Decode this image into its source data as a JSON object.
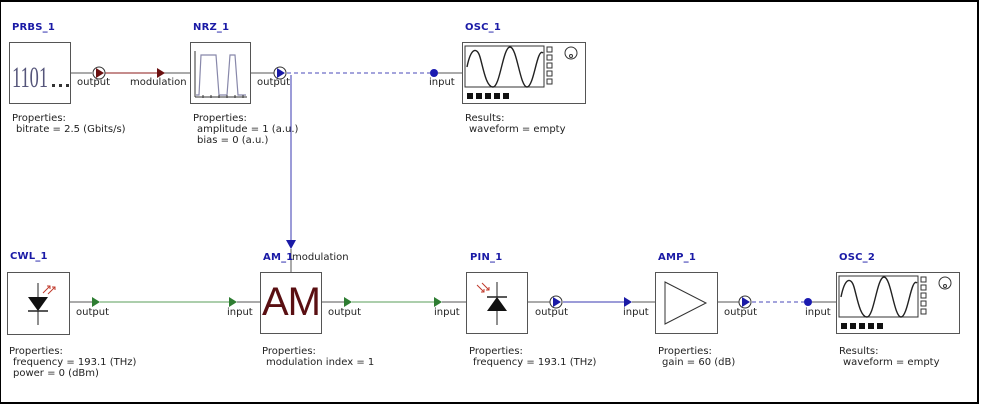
{
  "diagram": {
    "components": {
      "prbs": {
        "name": "PRBS_1",
        "icon": "bit-sequence-icon",
        "icon_text": "1101...",
        "section": "Properties:",
        "lines": [
          "bitrate = 2.5 (Gbits/s)"
        ],
        "ports": {
          "output": "output"
        }
      },
      "nrz": {
        "name": "NRZ_1",
        "icon": "pulse-waveform-icon",
        "section": "Properties:",
        "lines": [
          "amplitude = 1 (a.u.)",
          "bias = 0 (a.u.)"
        ],
        "ports": {
          "input": "modulation",
          "output": "output"
        }
      },
      "osc1": {
        "name": "OSC_1",
        "icon": "oscilloscope-icon",
        "section": "Results:",
        "lines": [
          "waveform = empty"
        ],
        "ports": {
          "input": "input"
        }
      },
      "cwl": {
        "name": "CWL_1",
        "icon": "laser-diode-icon",
        "section": "Properties:",
        "lines": [
          "frequency = 193.1 (THz)",
          "power = 0 (dBm)"
        ],
        "ports": {
          "output": "output"
        }
      },
      "am": {
        "name": "AM_1",
        "icon": "amplitude-modulator-icon",
        "icon_text": "AM",
        "section": "Properties:",
        "lines": [
          "modulation index = 1"
        ],
        "ports": {
          "input": "input",
          "modulation": "modulation",
          "output": "output"
        }
      },
      "pin": {
        "name": "PIN_1",
        "icon": "photodiode-icon",
        "section": "Properties:",
        "lines": [
          "frequency = 193.1 (THz)"
        ],
        "ports": {
          "input": "input",
          "output": "output"
        }
      },
      "amp": {
        "name": "AMP_1",
        "icon": "amplifier-icon",
        "section": "Properties:",
        "lines": [
          "gain = 60 (dB)"
        ],
        "ports": {
          "input": "input",
          "output": "output"
        }
      },
      "osc2": {
        "name": "OSC_2",
        "icon": "oscilloscope-icon",
        "section": "Results:",
        "lines": [
          "waveform = empty"
        ],
        "ports": {
          "input": "input"
        }
      }
    },
    "connections": [
      {
        "from": "PRBS_1.output",
        "to": "NRZ_1.modulation",
        "type": "digital",
        "color": "#8b1a1a",
        "style": "solid"
      },
      {
        "from": "NRZ_1.output",
        "to": "OSC_1.input",
        "type": "electrical-monitor",
        "color": "#2a2aa0",
        "style": "dashed"
      },
      {
        "from": "NRZ_1.output",
        "to": "AM_1.modulation",
        "type": "electrical",
        "color": "#2a2aa0",
        "style": "solid"
      },
      {
        "from": "CWL_1.output",
        "to": "AM_1.input",
        "type": "optical",
        "color": "#2e7d32",
        "style": "solid"
      },
      {
        "from": "AM_1.output",
        "to": "PIN_1.input",
        "type": "optical",
        "color": "#2e7d32",
        "style": "solid"
      },
      {
        "from": "PIN_1.output",
        "to": "AMP_1.input",
        "type": "electrical",
        "color": "#2a2aa0",
        "style": "solid"
      },
      {
        "from": "AMP_1.output",
        "to": "OSC_2.input",
        "type": "electrical-monitor",
        "color": "#2a2aa0",
        "style": "dashed"
      }
    ],
    "colors": {
      "title": "#1a1aa6",
      "digital": "#8b1a1a",
      "electrical": "#2a2aa0",
      "optical": "#2e7d32",
      "am_text": "#5a0f12",
      "laser_rays": "#c0392b"
    }
  }
}
